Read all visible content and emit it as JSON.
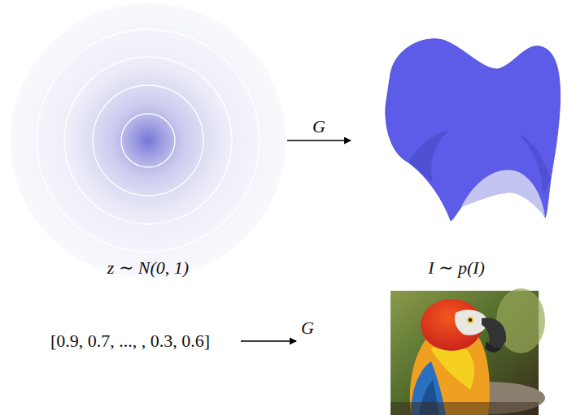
{
  "diagram": {
    "nodes": [
      {
        "text": [
          "z ∼ N(0, 1)"
        ]
      },
      {
        "text": [
          "I ∼ p(I)"
        ]
      }
    ],
    "edges": [
      {
        "from": 0,
        "to": 1,
        "arrow": "to",
        "label": "G"
      }
    ],
    "labels": [
      "[0.9, 0.7, ..., , 0.3, 0.6]",
      "G"
    ]
  }
}
